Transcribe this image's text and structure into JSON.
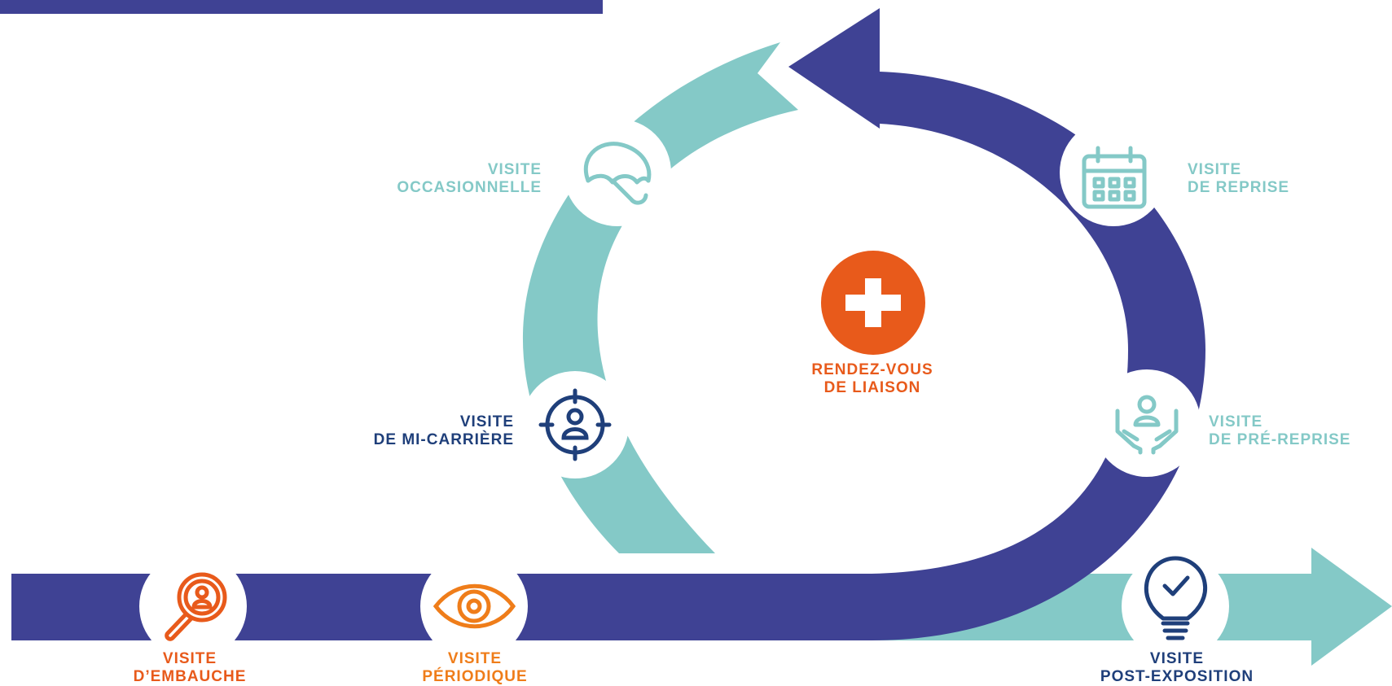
{
  "colors": {
    "navy": "#3f4294",
    "teal": "#84c9c7",
    "orange": "#e85a1b",
    "orange_light": "#ef7d1a",
    "dark_blue": "#1f3f7a",
    "white": "#ffffff"
  },
  "center": {
    "icon": "medical-cross-icon",
    "line1": "RENDEZ-VOUS",
    "line2": "DE LIAISON"
  },
  "visits": {
    "occasionnelle": {
      "icon": "umbrella-icon",
      "line1": "VISITE",
      "line2": "OCCASIONNELLE"
    },
    "reprise": {
      "icon": "calendar-icon",
      "line1": "VISITE",
      "line2": "DE REPRISE"
    },
    "pre_reprise": {
      "icon": "hands-holding-person-icon",
      "line1": "VISITE",
      "line2": "DE PRÉ-REPRISE"
    },
    "mi_carriere": {
      "icon": "target-person-icon",
      "line1": "VISITE",
      "line2": "DE MI-CARRIÈRE"
    },
    "embauche": {
      "icon": "magnifier-person-icon",
      "line1": "VISITE",
      "line2": "D’EMBAUCHE"
    },
    "periodique": {
      "icon": "eye-icon",
      "line1": "VISITE",
      "line2": "PÉRIODIQUE"
    },
    "post_exposition": {
      "icon": "lightbulb-check-icon",
      "line1": "VISITE",
      "line2": "POST-EXPOSITION"
    }
  }
}
